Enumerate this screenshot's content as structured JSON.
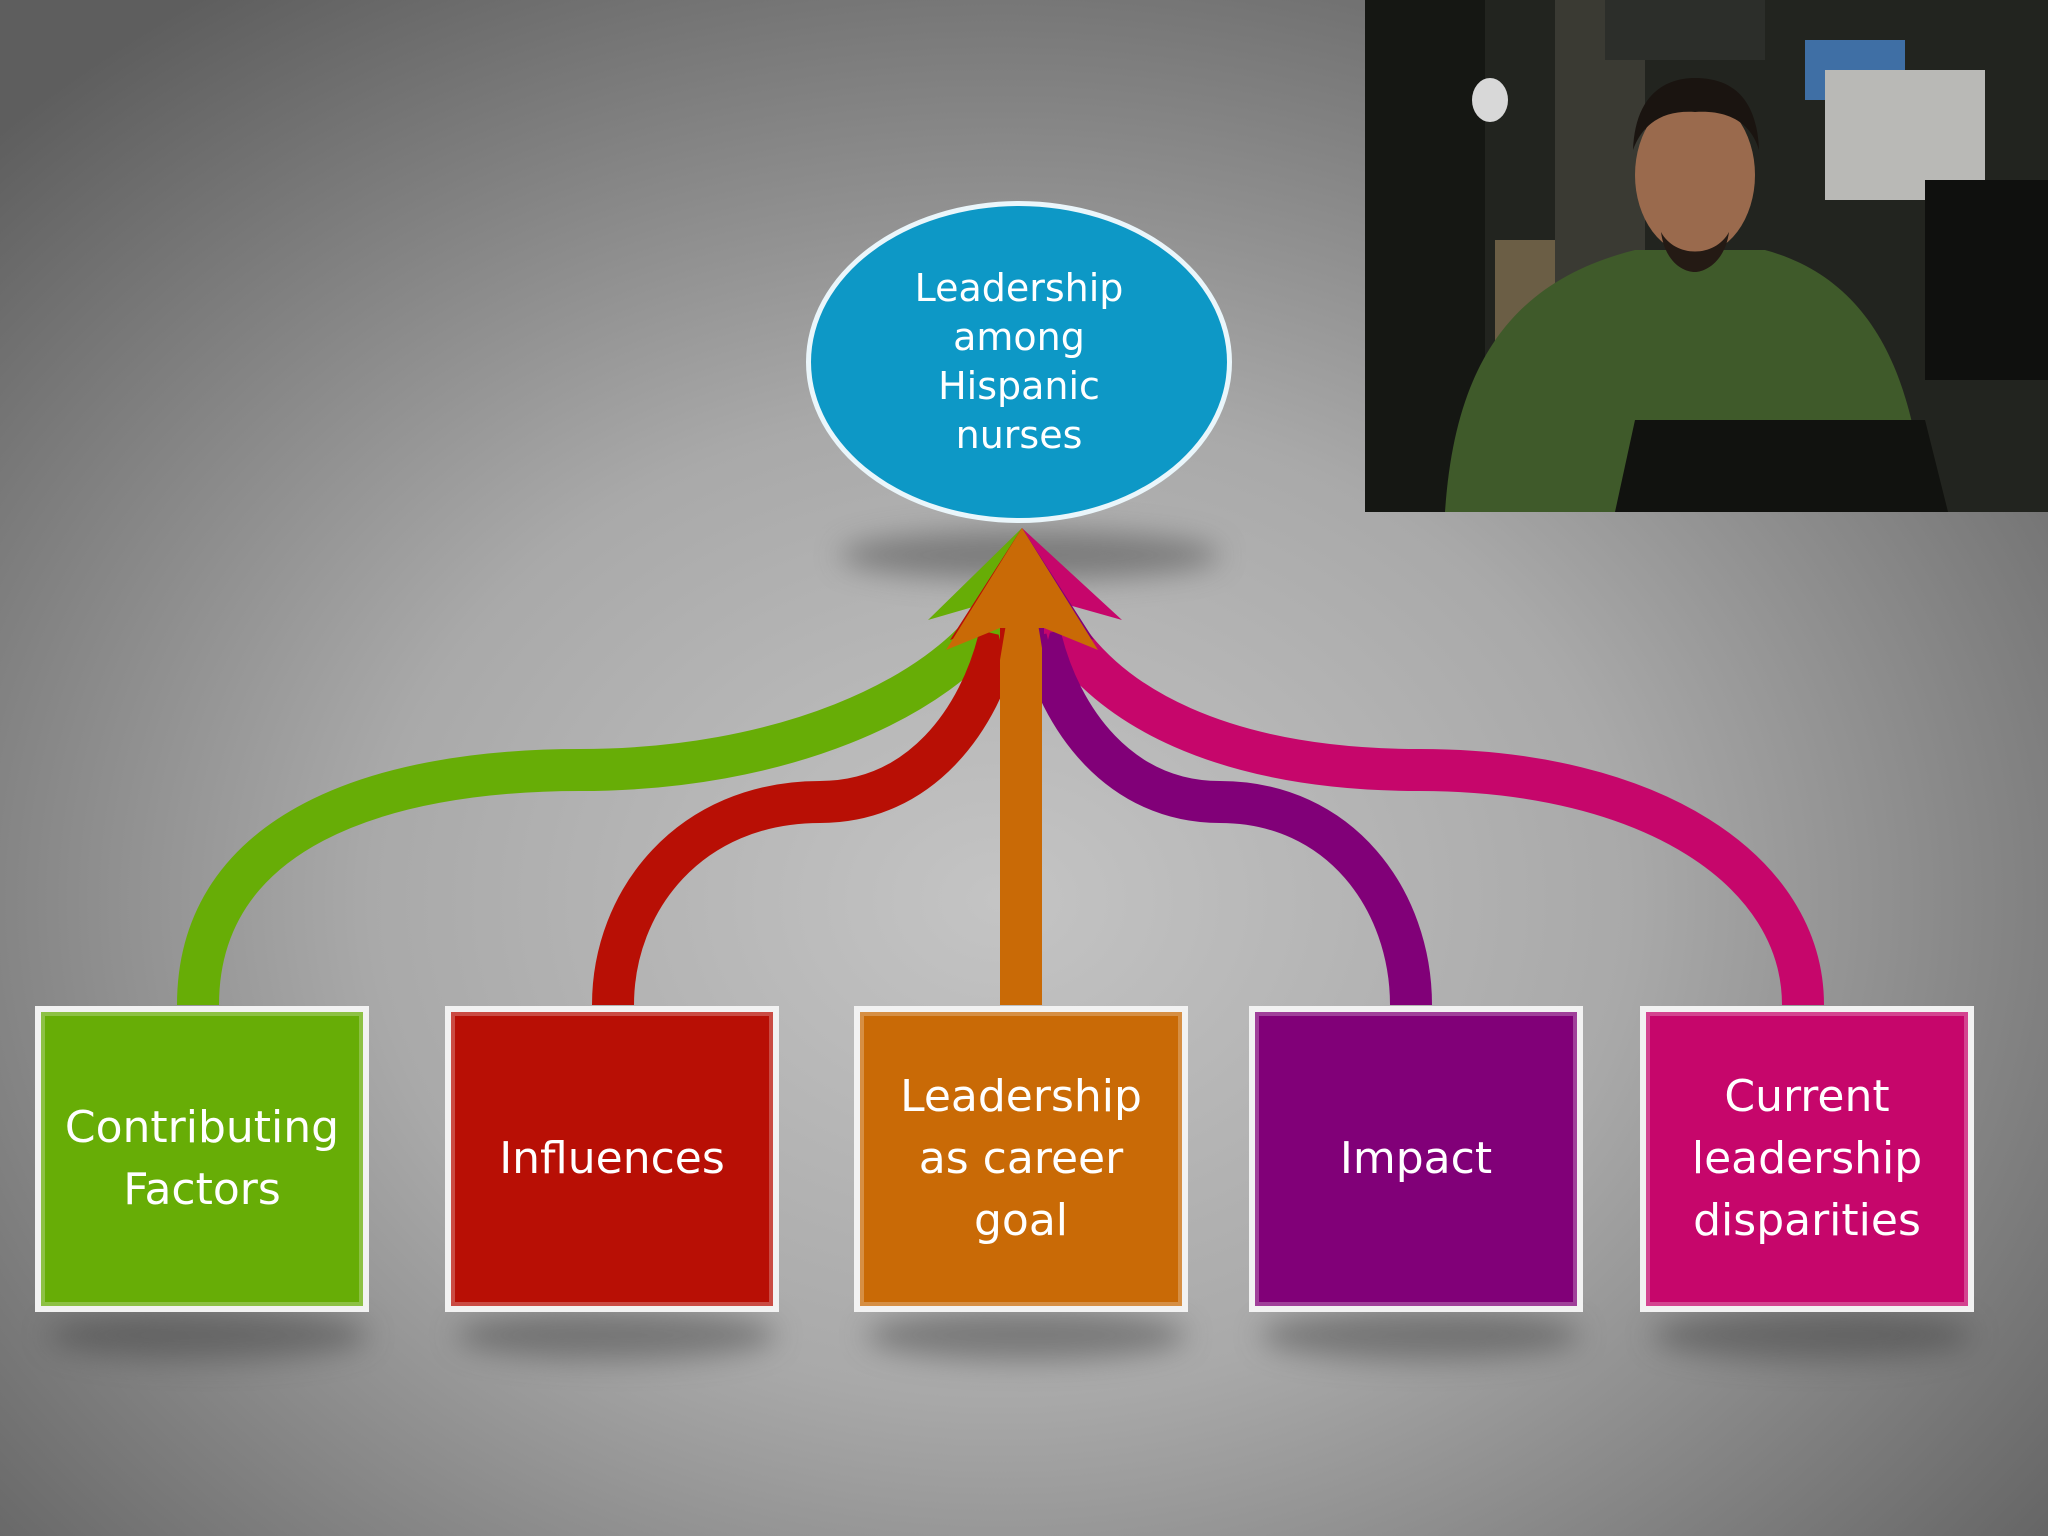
{
  "center_node": {
    "label": "Leadership among Hispanic nurses",
    "color": "#0d98c6"
  },
  "nodes": [
    {
      "id": "contributing",
      "label": "Contributing Factors",
      "color": "#67ad06"
    },
    {
      "id": "influences",
      "label": "Influences",
      "color": "#b80f05"
    },
    {
      "id": "career-goal",
      "label": "Leadership as career goal",
      "color": "#c96a06"
    },
    {
      "id": "impact",
      "label": "Impact",
      "color": "#810078"
    },
    {
      "id": "disparities",
      "label": "Current leadership disparities",
      "color": "#c6066b"
    }
  ],
  "webcam": {
    "description_icon": "presenter-video-icon"
  }
}
